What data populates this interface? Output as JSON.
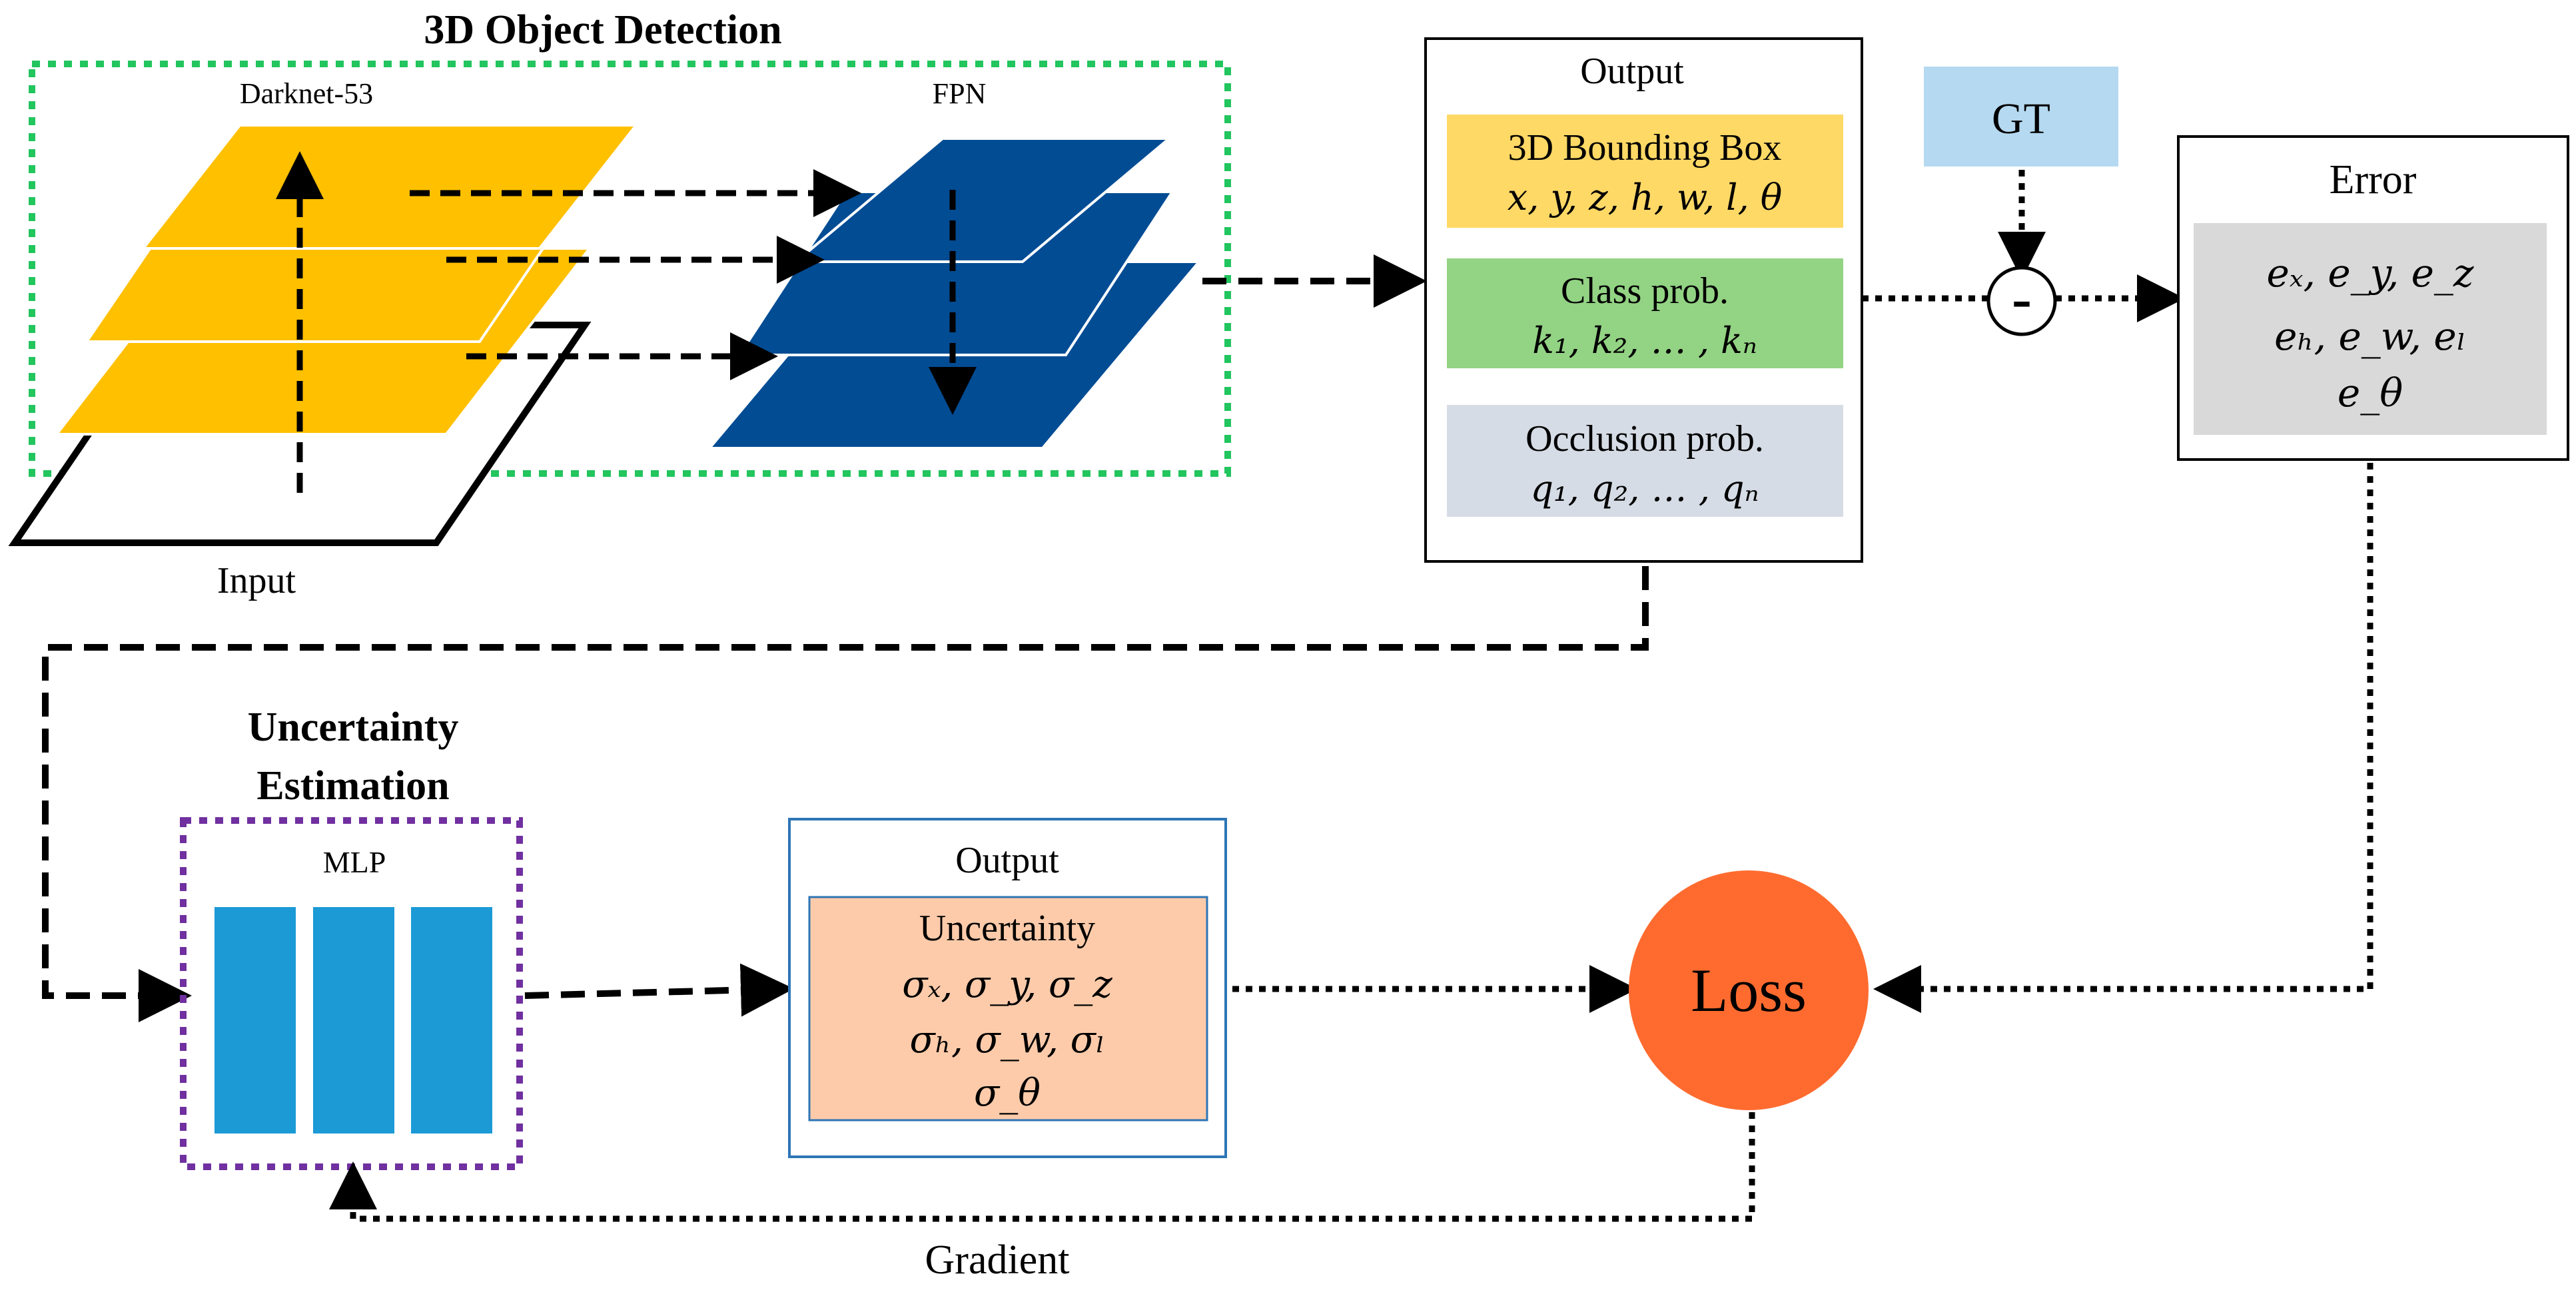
{
  "detection": {
    "title": "3D Object Detection",
    "backbone_label": "Darknet-53",
    "neck_label": "FPN",
    "input_label": "Input"
  },
  "output_top": {
    "title": "Output",
    "bbox_title": "3D Bounding Box",
    "bbox_vars": "x, y, z, h, w, l, θ",
    "class_title": "Class prob.",
    "class_vars": "k₁, k₂, … , kₙ",
    "occ_title": "Occlusion prob.",
    "occ_vars": "q₁, q₂, … , qₙ"
  },
  "gt": {
    "label": "GT",
    "minus": "-"
  },
  "error": {
    "title": "Error",
    "line1": "eₓ, e_y, e_z",
    "line2": "eₕ, e_w, eₗ",
    "line3": "e_θ"
  },
  "uncertainty": {
    "title_line1": "Uncertainty",
    "title_line2": "Estimation",
    "mlp_label": "MLP"
  },
  "output_bottom": {
    "title": "Output",
    "inner_title": "Uncertainty",
    "line1": "σₓ, σ_y, σ_z",
    "line2": "σₕ, σ_w, σₗ",
    "line3": "σ_θ"
  },
  "loss": {
    "label": "Loss"
  },
  "gradient": {
    "label": "Gradient"
  },
  "colors": {
    "backbone_yellow": "#FFC000",
    "fpn_blue": "#024C94",
    "detect_border_green": "#22C55E",
    "uncert_border_purple": "#7030A0",
    "bbox_fill": "#FFD966",
    "class_fill": "#93D384",
    "occ_fill": "#D6DCE5",
    "gt_fill": "#B4D9F0",
    "error_fill": "#D9D9D9",
    "mlp_fill": "#1B9AD6",
    "uncert_fill": "#FDCBAA",
    "loss_fill": "#FF6B2F"
  }
}
